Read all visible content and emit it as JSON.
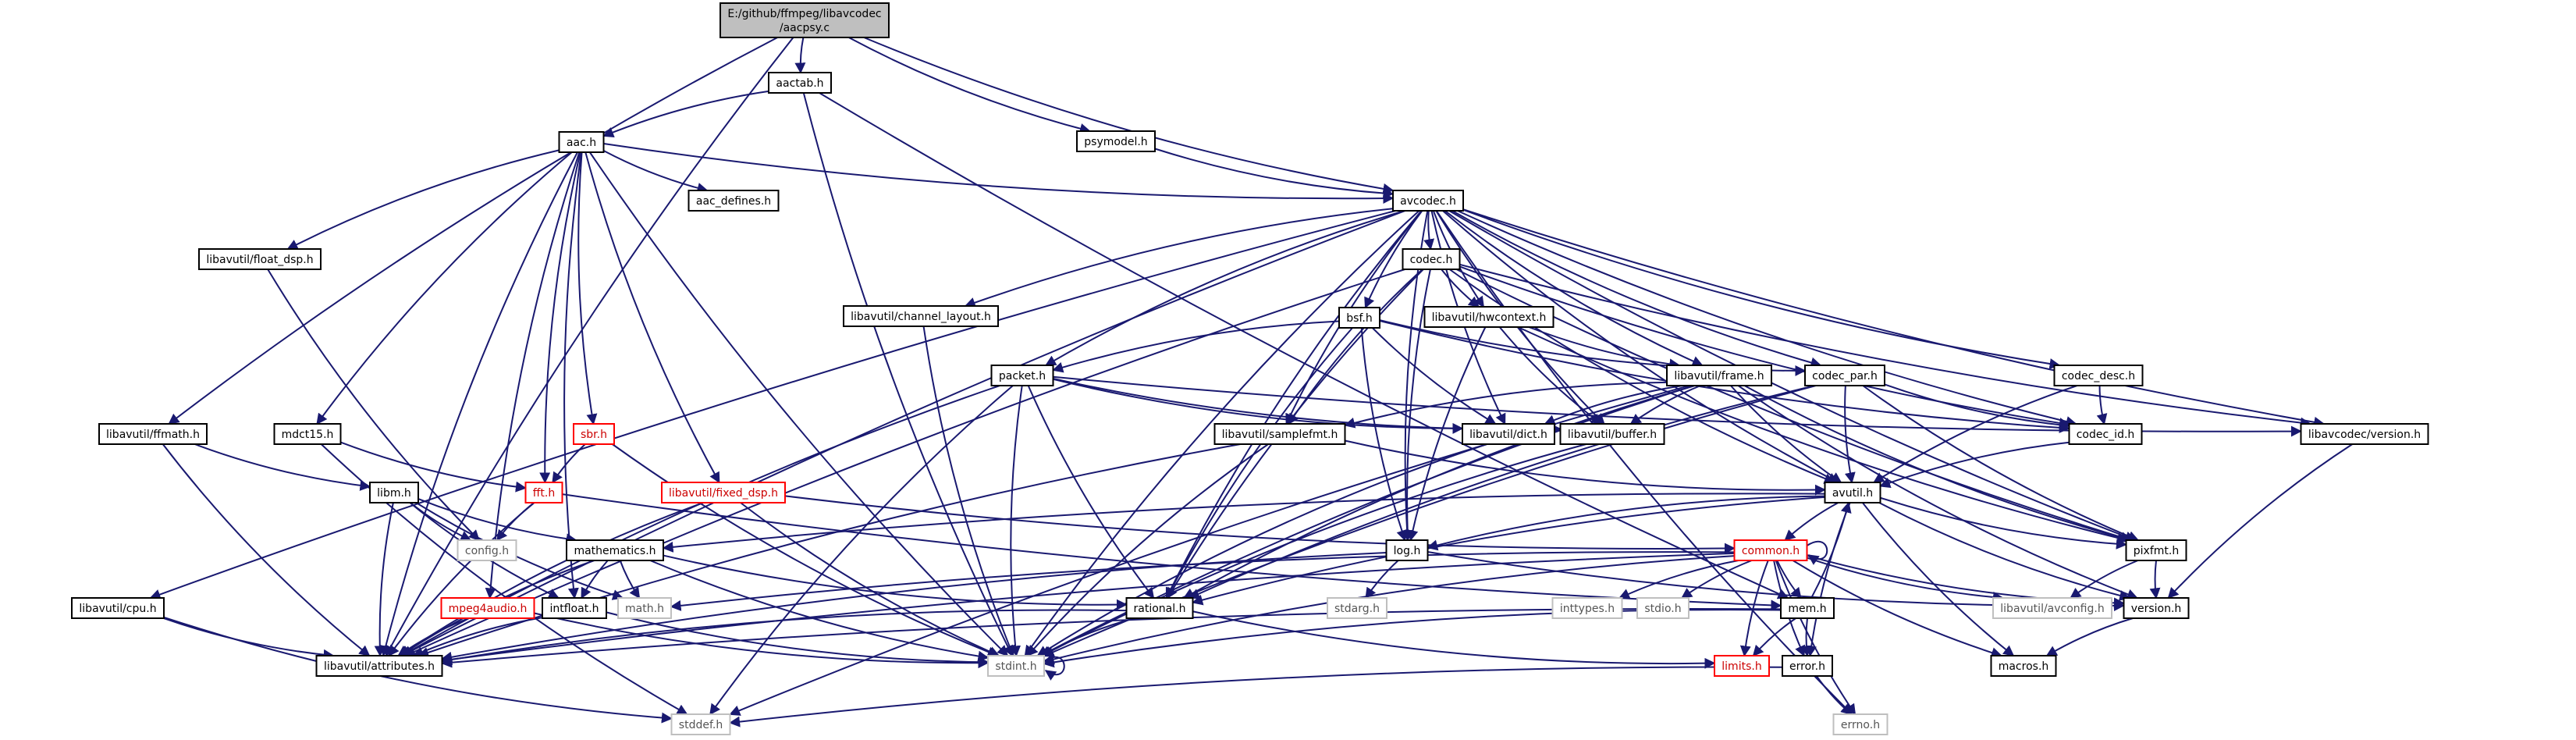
{
  "colors": {
    "edge": "#191970",
    "root_fill": "#bfbfbf",
    "normal_border": "#000000",
    "missing_border": "#ff0000",
    "external_border": "#bfbfbf",
    "text_normal": "#000000",
    "text_missing": "#cc0000",
    "text_external": "#555555"
  },
  "nodes": [
    {
      "id": "root",
      "lines": [
        "E:/github/ffmpeg/libavcodec",
        "/aacpsy.c"
      ],
      "kind": "root"
    },
    {
      "id": "aactab",
      "lines": [
        "aactab.h"
      ],
      "kind": "normal"
    },
    {
      "id": "aac",
      "lines": [
        "aac.h"
      ],
      "kind": "normal"
    },
    {
      "id": "psymodel",
      "lines": [
        "psymodel.h"
      ],
      "kind": "normal"
    },
    {
      "id": "avcodec",
      "lines": [
        "avcodec.h"
      ],
      "kind": "normal"
    },
    {
      "id": "aac_defines",
      "lines": [
        "aac_defines.h"
      ],
      "kind": "normal"
    },
    {
      "id": "float_dsp",
      "lines": [
        "libavutil/float_dsp.h"
      ],
      "kind": "normal"
    },
    {
      "id": "channel_layout",
      "lines": [
        "libavutil/channel_layout.h"
      ],
      "kind": "normal"
    },
    {
      "id": "codec",
      "lines": [
        "codec.h"
      ],
      "kind": "normal"
    },
    {
      "id": "bsf",
      "lines": [
        "bsf.h"
      ],
      "kind": "normal"
    },
    {
      "id": "hwcontext",
      "lines": [
        "libavutil/hwcontext.h"
      ],
      "kind": "normal"
    },
    {
      "id": "packet",
      "lines": [
        "packet.h"
      ],
      "kind": "normal"
    },
    {
      "id": "frame",
      "lines": [
        "libavutil/frame.h"
      ],
      "kind": "normal"
    },
    {
      "id": "codec_par",
      "lines": [
        "codec_par.h"
      ],
      "kind": "normal"
    },
    {
      "id": "codec_desc",
      "lines": [
        "codec_desc.h"
      ],
      "kind": "normal"
    },
    {
      "id": "ffmath",
      "lines": [
        "libavutil/ffmath.h"
      ],
      "kind": "normal"
    },
    {
      "id": "mdct15",
      "lines": [
        "mdct15.h"
      ],
      "kind": "normal"
    },
    {
      "id": "sbr",
      "lines": [
        "sbr.h"
      ],
      "kind": "missing"
    },
    {
      "id": "samplefmt",
      "lines": [
        "libavutil/samplefmt.h"
      ],
      "kind": "normal"
    },
    {
      "id": "dict",
      "lines": [
        "libavutil/dict.h"
      ],
      "kind": "normal"
    },
    {
      "id": "buffer",
      "lines": [
        "libavutil/buffer.h"
      ],
      "kind": "normal"
    },
    {
      "id": "codec_id",
      "lines": [
        "codec_id.h"
      ],
      "kind": "normal"
    },
    {
      "id": "avc_version",
      "lines": [
        "libavcodec/version.h"
      ],
      "kind": "normal"
    },
    {
      "id": "libm",
      "lines": [
        "libm.h"
      ],
      "kind": "normal"
    },
    {
      "id": "fft",
      "lines": [
        "fft.h"
      ],
      "kind": "missing"
    },
    {
      "id": "fixed_dsp",
      "lines": [
        "libavutil/fixed_dsp.h"
      ],
      "kind": "missing"
    },
    {
      "id": "avutil",
      "lines": [
        "avutil.h"
      ],
      "kind": "normal"
    },
    {
      "id": "config",
      "lines": [
        "config.h"
      ],
      "kind": "external"
    },
    {
      "id": "mathematics",
      "lines": [
        "mathematics.h"
      ],
      "kind": "normal"
    },
    {
      "id": "log",
      "lines": [
        "log.h"
      ],
      "kind": "normal"
    },
    {
      "id": "common",
      "lines": [
        "common.h"
      ],
      "kind": "missing"
    },
    {
      "id": "pixfmt",
      "lines": [
        "pixfmt.h"
      ],
      "kind": "normal"
    },
    {
      "id": "cpu",
      "lines": [
        "libavutil/cpu.h"
      ],
      "kind": "normal"
    },
    {
      "id": "mpeg4audio",
      "lines": [
        "mpeg4audio.h"
      ],
      "kind": "missing"
    },
    {
      "id": "intfloat",
      "lines": [
        "intfloat.h"
      ],
      "kind": "normal"
    },
    {
      "id": "math",
      "lines": [
        "math.h"
      ],
      "kind": "external"
    },
    {
      "id": "rational",
      "lines": [
        "rational.h"
      ],
      "kind": "normal"
    },
    {
      "id": "stdarg",
      "lines": [
        "stdarg.h"
      ],
      "kind": "external"
    },
    {
      "id": "inttypes",
      "lines": [
        "inttypes.h"
      ],
      "kind": "external"
    },
    {
      "id": "stdio",
      "lines": [
        "stdio.h"
      ],
      "kind": "external"
    },
    {
      "id": "avconfig",
      "lines": [
        "libavutil/avconfig.h"
      ],
      "kind": "external"
    },
    {
      "id": "mem",
      "lines": [
        "mem.h"
      ],
      "kind": "normal"
    },
    {
      "id": "version",
      "lines": [
        "version.h"
      ],
      "kind": "normal"
    },
    {
      "id": "attributes",
      "lines": [
        "libavutil/attributes.h"
      ],
      "kind": "normal"
    },
    {
      "id": "stdint",
      "lines": [
        "stdint.h"
      ],
      "kind": "external"
    },
    {
      "id": "limits",
      "lines": [
        "limits.h"
      ],
      "kind": "missing"
    },
    {
      "id": "error",
      "lines": [
        "error.h"
      ],
      "kind": "normal"
    },
    {
      "id": "macros",
      "lines": [
        "macros.h"
      ],
      "kind": "normal"
    },
    {
      "id": "stddef",
      "lines": [
        "stddef.h"
      ],
      "kind": "external"
    },
    {
      "id": "errno",
      "lines": [
        "errno.h"
      ],
      "kind": "external"
    }
  ],
  "edges": [
    [
      "root",
      "aactab"
    ],
    [
      "root",
      "psymodel"
    ],
    [
      "root",
      "avcodec"
    ],
    [
      "root",
      "ffmath"
    ],
    [
      "root",
      "attributes"
    ],
    [
      "aactab",
      "aac"
    ],
    [
      "aactab",
      "stdint"
    ],
    [
      "aactab",
      "mem"
    ],
    [
      "psymodel",
      "avcodec"
    ],
    [
      "aac",
      "avcodec"
    ],
    [
      "aac",
      "aac_defines"
    ],
    [
      "aac",
      "float_dsp"
    ],
    [
      "aac",
      "mdct15"
    ],
    [
      "aac",
      "sbr"
    ],
    [
      "aac",
      "fft"
    ],
    [
      "aac",
      "fixed_dsp"
    ],
    [
      "aac",
      "mpeg4audio"
    ],
    [
      "aac",
      "stdint"
    ],
    [
      "aac",
      "attributes"
    ],
    [
      "aac",
      "intfloat"
    ],
    [
      "float_dsp",
      "config"
    ],
    [
      "avcodec",
      "channel_layout"
    ],
    [
      "avcodec",
      "codec"
    ],
    [
      "avcodec",
      "bsf"
    ],
    [
      "avcodec",
      "hwcontext"
    ],
    [
      "avcodec",
      "packet"
    ],
    [
      "avcodec",
      "frame"
    ],
    [
      "avcodec",
      "codec_par"
    ],
    [
      "avcodec",
      "codec_desc"
    ],
    [
      "avcodec",
      "samplefmt"
    ],
    [
      "avcodec",
      "dict"
    ],
    [
      "avcodec",
      "buffer"
    ],
    [
      "avcodec",
      "codec_id"
    ],
    [
      "avcodec",
      "avc_version"
    ],
    [
      "avcodec",
      "avutil"
    ],
    [
      "avcodec",
      "log"
    ],
    [
      "avcodec",
      "rational"
    ],
    [
      "avcodec",
      "pixfmt"
    ],
    [
      "avcodec",
      "attributes"
    ],
    [
      "avcodec",
      "stdint"
    ],
    [
      "avcodec",
      "cpu"
    ],
    [
      "avcodec",
      "errno"
    ],
    [
      "channel_layout",
      "stdint"
    ],
    [
      "codec",
      "hwcontext"
    ],
    [
      "codec",
      "samplefmt"
    ],
    [
      "codec",
      "codec_id"
    ],
    [
      "codec",
      "avc_version"
    ],
    [
      "codec",
      "avutil"
    ],
    [
      "codec",
      "log"
    ],
    [
      "codec",
      "rational"
    ],
    [
      "codec",
      "pixfmt"
    ],
    [
      "codec",
      "attributes"
    ],
    [
      "bsf",
      "packet"
    ],
    [
      "bsf",
      "codec_par"
    ],
    [
      "bsf",
      "codec_id"
    ],
    [
      "bsf",
      "dict"
    ],
    [
      "bsf",
      "log"
    ],
    [
      "bsf",
      "rational"
    ],
    [
      "hwcontext",
      "frame"
    ],
    [
      "hwcontext",
      "buffer"
    ],
    [
      "hwcontext",
      "log"
    ],
    [
      "hwcontext",
      "pixfmt"
    ],
    [
      "packet",
      "dict"
    ],
    [
      "packet",
      "buffer"
    ],
    [
      "packet",
      "avc_version"
    ],
    [
      "packet",
      "attributes"
    ],
    [
      "packet",
      "rational"
    ],
    [
      "packet",
      "stdint"
    ],
    [
      "packet",
      "stddef"
    ],
    [
      "frame",
      "avutil"
    ],
    [
      "frame",
      "buffer"
    ],
    [
      "frame",
      "dict"
    ],
    [
      "frame",
      "samplefmt"
    ],
    [
      "frame",
      "rational"
    ],
    [
      "frame",
      "pixfmt"
    ],
    [
      "frame",
      "version"
    ],
    [
      "frame",
      "stdint"
    ],
    [
      "frame",
      "stddef"
    ],
    [
      "codec_par",
      "codec_id"
    ],
    [
      "codec_par",
      "avutil"
    ],
    [
      "codec_par",
      "rational"
    ],
    [
      "codec_par",
      "pixfmt"
    ],
    [
      "codec_par",
      "stdint"
    ],
    [
      "codec_desc",
      "codec_id"
    ],
    [
      "codec_desc",
      "avutil"
    ],
    [
      "codec_id",
      "avutil"
    ],
    [
      "avc_version",
      "version"
    ],
    [
      "samplefmt",
      "avutil"
    ],
    [
      "samplefmt",
      "attributes"
    ],
    [
      "samplefmt",
      "stdint"
    ],
    [
      "dict",
      "stdint"
    ],
    [
      "buffer",
      "stdint"
    ],
    [
      "ffmath",
      "libm"
    ],
    [
      "ffmath",
      "attributes"
    ],
    [
      "mdct15",
      "fft"
    ],
    [
      "mdct15",
      "stddef"
    ],
    [
      "sbr",
      "fft"
    ],
    [
      "sbr",
      "stdint"
    ],
    [
      "fft",
      "config"
    ],
    [
      "fft",
      "attributes"
    ],
    [
      "fft",
      "mem"
    ],
    [
      "fixed_dsp",
      "common"
    ],
    [
      "fixed_dsp",
      "attributes"
    ],
    [
      "fixed_dsp",
      "stdint"
    ],
    [
      "libm",
      "config"
    ],
    [
      "libm",
      "attributes"
    ],
    [
      "libm",
      "intfloat"
    ],
    [
      "libm",
      "mathematics"
    ],
    [
      "libm",
      "math"
    ],
    [
      "mathematics",
      "math"
    ],
    [
      "mathematics",
      "attributes"
    ],
    [
      "mathematics",
      "rational"
    ],
    [
      "mathematics",
      "intfloat"
    ],
    [
      "mathematics",
      "stdint"
    ],
    [
      "avutil",
      "mathematics"
    ],
    [
      "avutil",
      "common"
    ],
    [
      "avutil",
      "error"
    ],
    [
      "avutil",
      "rational"
    ],
    [
      "avutil",
      "version"
    ],
    [
      "avutil",
      "macros"
    ],
    [
      "avutil",
      "log"
    ],
    [
      "avutil",
      "pixfmt"
    ],
    [
      "log",
      "version"
    ],
    [
      "log",
      "stdarg"
    ],
    [
      "log",
      "attributes"
    ],
    [
      "common",
      "common"
    ],
    [
      "common",
      "inttypes"
    ],
    [
      "common",
      "stdio"
    ],
    [
      "common",
      "math"
    ],
    [
      "common",
      "limits"
    ],
    [
      "common",
      "mem"
    ],
    [
      "common",
      "error"
    ],
    [
      "common",
      "attributes"
    ],
    [
      "common",
      "avconfig"
    ],
    [
      "common",
      "macros"
    ],
    [
      "common",
      "version"
    ],
    [
      "common",
      "stdint"
    ],
    [
      "common",
      "errno"
    ],
    [
      "pixfmt",
      "version"
    ],
    [
      "pixfmt",
      "avconfig"
    ],
    [
      "mem",
      "error"
    ],
    [
      "mem",
      "limits"
    ],
    [
      "mem",
      "attributes"
    ],
    [
      "mem",
      "avutil"
    ],
    [
      "mem",
      "stdint"
    ],
    [
      "rational",
      "attributes"
    ],
    [
      "rational",
      "stdint"
    ],
    [
      "rational",
      "limits"
    ],
    [
      "cpu",
      "attributes"
    ],
    [
      "cpu",
      "stddef"
    ],
    [
      "mpeg4audio",
      "attributes"
    ],
    [
      "mpeg4audio",
      "stdint"
    ],
    [
      "intfloat",
      "attributes"
    ],
    [
      "intfloat",
      "stdint"
    ],
    [
      "error",
      "errno"
    ],
    [
      "error",
      "stddef"
    ],
    [
      "version",
      "macros"
    ],
    [
      "stdint",
      "stdint"
    ]
  ]
}
